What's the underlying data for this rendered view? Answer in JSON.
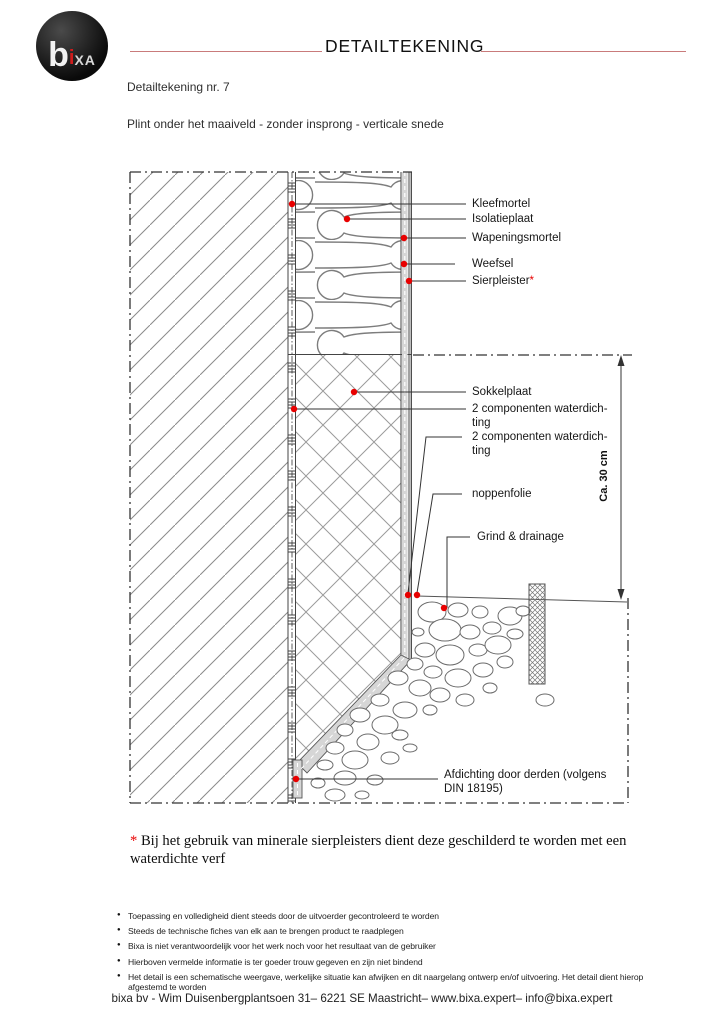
{
  "header": {
    "logo": {
      "b": "b",
      "i": "i",
      "xa": "XA"
    },
    "title": "DETAILTEKENING"
  },
  "meta": {
    "number": "Detailtekening nr. 7",
    "subtitle": "Plint onder het maaiveld - zonder insprong - verticale snede"
  },
  "drawing": {
    "labels": [
      {
        "text": "Kleefmortel"
      },
      {
        "text": "Isolatieplaat"
      },
      {
        "text": "Wapeningsmortel"
      },
      {
        "text": "Weefsel"
      },
      {
        "text": "Sierpleister",
        "mark": "*"
      },
      {
        "text": "Sokkelplaat"
      },
      {
        "text": "2 componenten waterdich-\nting"
      },
      {
        "text": "2 componenten waterdich-\nting"
      },
      {
        "text": "noppenfolie"
      },
      {
        "text": "Grind & drainage"
      },
      {
        "text": "Afdichting door derden (volgens\nDIN 18195)"
      }
    ],
    "dimension": "Ca. 30 cm"
  },
  "footnote": {
    "marker": "*",
    "text": " Bij het gebruik van minerale sierpleisters dient deze geschilderd te worden met een waterdichte verf"
  },
  "disclaimer": [
    "Toepassing en volledigheid dient steeds door de uitvoerder gecontroleerd te worden",
    "Steeds de technische fiches van elk  aan te brengen product te raadplegen",
    "Bixa is niet verantwoordelijk voor  het werk noch voor het resultaat van de gebruiker",
    "Hierboven  vermelde informatie is ter goeder trouw gegeven  en zijn niet bindend",
    "Het detail is een schematische weergave, werkelijke situatie kan afwijken en dit naargelang ontwerp en/of uitvoering. Het detail dient hierop afgestemd te worden"
  ],
  "footer": {
    "text": "bixa bv - Wim Duisenbergplantsoen 31– 6221 SE Maastricht– www.bixa.expert– info@bixa.expert"
  },
  "colors": {
    "accent_red": "#e80000",
    "rule_red": "#c97b7b",
    "line": "#444444"
  }
}
